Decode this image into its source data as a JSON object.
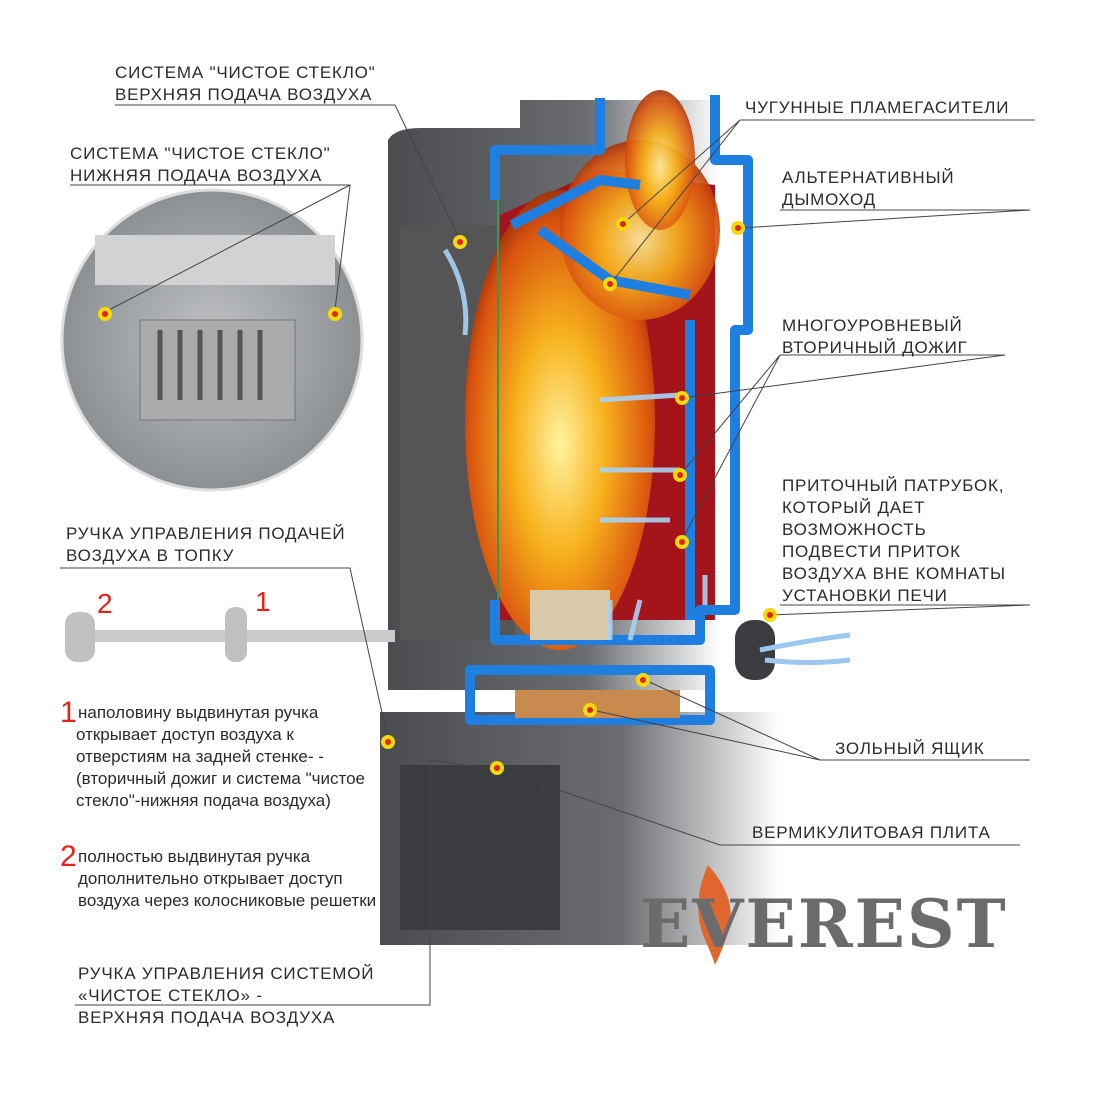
{
  "labels": {
    "clean_glass_top": [
      "СИСТЕМА \"ЧИСТОЕ СТЕКЛО\"",
      "ВЕРХНЯЯ ПОДАЧА ВОЗДУХА"
    ],
    "clean_glass_bottom": [
      "СИСТЕМА \"ЧИСТОЕ СТЕКЛО\"",
      "НИЖНЯЯ ПОДАЧА ВОЗДУХА"
    ],
    "cast_iron_baffles": [
      "ЧУГУННЫЕ ПЛАМЕГАСИТЕЛИ"
    ],
    "alt_flue": [
      "АЛЬТЕРНАТИВНЫЙ",
      "ДЫМОХОД"
    ],
    "secondary_burn": [
      "МНОГОУРОВНЕВЫЙ",
      "ВТОРИЧНЫЙ ДОЖИГ"
    ],
    "inlet_pipe": [
      "ПРИТОЧНЫЙ ПАТРУБОК,",
      "КОТОРЫЙ ДАЕТ",
      "ВОЗМОЖНОСТЬ",
      "ПОДВЕСТИ ПРИТОК",
      "ВОЗДУХА ВНЕ КОМНАТЫ",
      "УСТАНОВКИ ПЕЧИ"
    ],
    "air_handle": [
      "РУЧКА УПРАВЛЕНИЯ ПОДАЧЕЙ",
      "ВОЗДУХА В ТОПКУ"
    ],
    "ash_box": [
      "ЗОЛЬНЫЙ ЯЩИК"
    ],
    "vermiculite": [
      "ВЕРМИКУЛИТОВАЯ ПЛИТА"
    ],
    "clean_glass_handle": [
      "РУЧКА УПРАВЛЕНИЯ СИСТЕМОЙ",
      "«ЧИСТОЕ СТЕКЛО» -",
      "ВЕРХНЯЯ ПОДАЧА ВОЗДУХА"
    ]
  },
  "handle_positions": {
    "pos2": "2",
    "pos1": "1"
  },
  "notes": [
    {
      "num": "1",
      "text": "наполовину выдвинутая ручка открывает доступ воздуха к отверстиям на задней стенке- -(вторичный дожиг  и система \"чистое стекло\"-нижняя подача воздуха)"
    },
    {
      "num": "2",
      "text": "полностью выдвинутая ручка дополнительно открывает доступ воздуха через колосниковые решетки"
    }
  ],
  "logo": "EVEREST",
  "colors": {
    "accent": "#e2231a",
    "cutaway": "#1e7fe0",
    "firebox": "#b3121a",
    "body": "#4a4c50",
    "marker": "#f5d90a"
  }
}
